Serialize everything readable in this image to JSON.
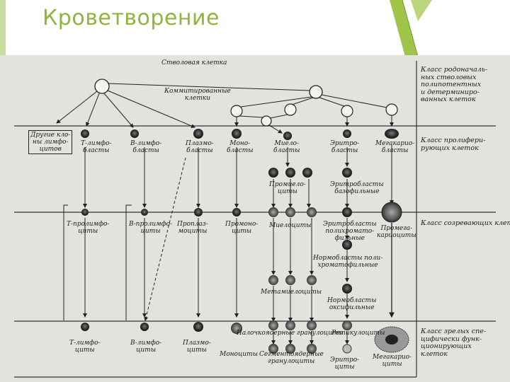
{
  "slide": {
    "title": "Кроветворение"
  },
  "diagram": {
    "top": {
      "stem": "Стволовая клетка",
      "committed": "Коммитированные\nклетки"
    },
    "classes": {
      "c1": "Класс родоначаль-\nных стволовых\nполипотентных\nи детерминиро-\nванных клеток",
      "c2": "Класс пролифери-\nрующих клеток",
      "c3": "Класс созревающих клеток",
      "c4": "Класс зрелых спе-\nцифически функ-\nционирующих\nклеток"
    },
    "row_blasts": {
      "other_lymph": "Другие кло-\nны лимфо-\nцитов",
      "t_lymphoblasts": "Т-лимфо-\nбласты",
      "b_lymphoblasts": "В-лимфо-\nбласты",
      "plasmablasts": "Плазмо-\nбласты",
      "monoblasts": "Моно-\nбласты",
      "myeloblasts": "Миело-\nбласты",
      "erythroblasts": "Эритро-\nбласты",
      "megakaryoblasts": "Мегакарио-\nбласты"
    },
    "row_pro": {
      "promyelocytes": "Промиело-\nциты",
      "basophilic_erythroblasts": "Эритробласты\nбазофильные"
    },
    "row_maturing": {
      "t_prolymphocytes": "Т-пролимфо-\nциты",
      "b_prolymphocytes": "В-пролимфо-\nциты",
      "proplasmocytes": "Проплаз-\nмоциты",
      "promonocytes": "Промоно-\nциты",
      "myelocytes": "Миелоциты",
      "polychromatophilic_erythroblasts": "Эритробласты\nполихромато-\nфильные",
      "promegakaryocytes": "Промега-\nкариоциты",
      "polychromatophilic_normoblasts": "Нормобласты поли-\nхроматофильные",
      "metamyelocytes": "Метамиелоциты",
      "oxyphilic_normoblasts": "Нормобласты\nоксифильные",
      "reticulocytes": "Ретикулоциты",
      "band_granulocytes": "Палочкоядерные гранулоциты"
    },
    "row_mature": {
      "t_lymphocytes": "Т-лимфо-\nциты",
      "b_lymphocytes": "В-лимфо-\nциты",
      "plasmocytes": "Плазмо-\nциты",
      "monocytes": "Моноциты",
      "segmented_granulocytes": "Сегментоядерные\nгранулоциты",
      "erythrocytes": "Эритро-\nциты",
      "megakaryocytes": "Мегакарио-\nциты"
    },
    "colors": {
      "scan_bg": "#e4e2dc",
      "ink": "#1a1a1a",
      "title": "#8cb63c"
    }
  }
}
